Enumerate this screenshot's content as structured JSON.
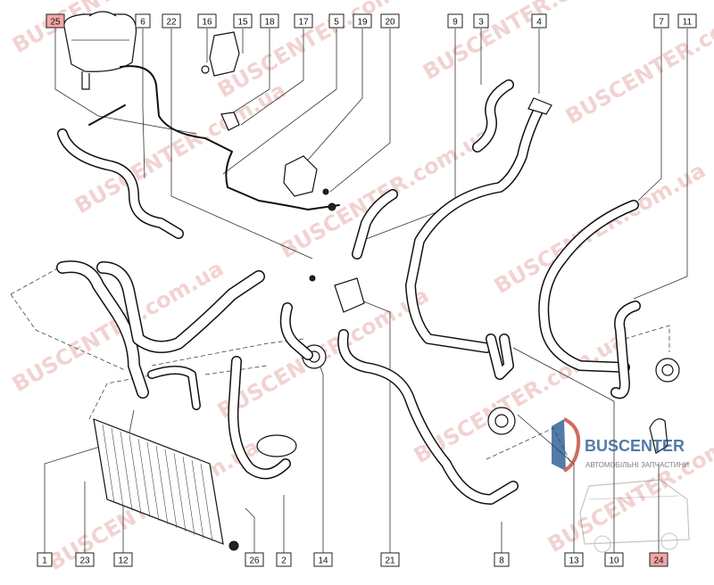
{
  "diagram": {
    "type": "exploded-parts-diagram",
    "callouts": [
      {
        "id": "c25",
        "label": "25",
        "highlight": true
      },
      {
        "id": "c6",
        "label": "6"
      },
      {
        "id": "c22",
        "label": "22"
      },
      {
        "id": "c16",
        "label": "16"
      },
      {
        "id": "c15",
        "label": "15"
      },
      {
        "id": "c18",
        "label": "18"
      },
      {
        "id": "c17",
        "label": "17"
      },
      {
        "id": "c5",
        "label": "5"
      },
      {
        "id": "c19",
        "label": "19"
      },
      {
        "id": "c20",
        "label": "20"
      },
      {
        "id": "c9",
        "label": "9"
      },
      {
        "id": "c3",
        "label": "3"
      },
      {
        "id": "c4",
        "label": "4"
      },
      {
        "id": "c7",
        "label": "7"
      },
      {
        "id": "c11",
        "label": "11"
      },
      {
        "id": "c1",
        "label": "1"
      },
      {
        "id": "c23",
        "label": "23"
      },
      {
        "id": "c12",
        "label": "12"
      },
      {
        "id": "c26",
        "label": "26"
      },
      {
        "id": "c2",
        "label": "2"
      },
      {
        "id": "c14",
        "label": "14"
      },
      {
        "id": "c21",
        "label": "21"
      },
      {
        "id": "c8",
        "label": "8"
      },
      {
        "id": "c13",
        "label": "13"
      },
      {
        "id": "c10",
        "label": "10"
      },
      {
        "id": "c24",
        "label": "24",
        "highlight": true
      }
    ]
  },
  "watermark": {
    "text": "BUSCENTER",
    "url_text": "BUSCENTER.com.ua",
    "logo_name": "BUSCENTER",
    "logo_tagline": "АВТОМОБІЛЬНІ ЗАПЧАСТИНИ"
  },
  "colors": {
    "highlight": "#f2a7a7",
    "watermark": "#d9827e",
    "logo_blue": "#1a4f8b",
    "logo_red": "#c0392b"
  }
}
